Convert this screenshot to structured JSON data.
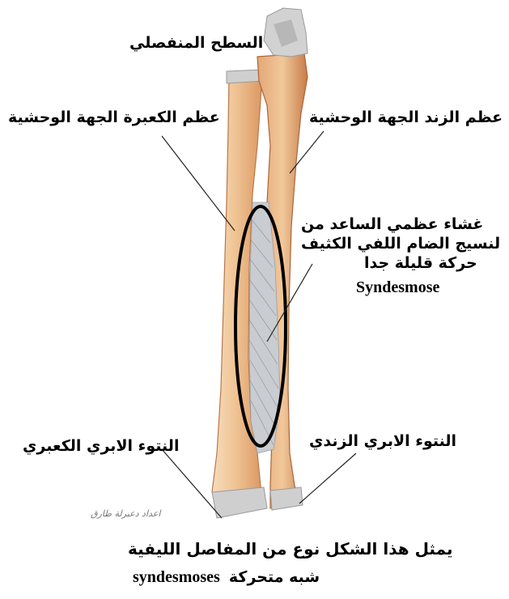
{
  "labels": {
    "articular_surface": "السطح المنفصلي",
    "radius_lateral": "عظم الكعبرة الجهة الوحشية",
    "ulna_lateral": "عظم الزند الجهة الوحشية",
    "membrane_line1": "غشاء عظمي الساعد من",
    "membrane_line2": "لنسيج الضام اللفي الكثيف",
    "membrane_line3": "حركة قليلة جدا",
    "membrane_term": "Syndesmose",
    "radial_styloid": "النتوء الابري الكعبري",
    "ulnar_styloid": "النتوء الابري الزندي",
    "credit": "اعداد دعبرلة طارق",
    "caption_line1": "يمثل هذا الشكل نوع من المفاصل الليفية",
    "caption_line2_arabic": "شبه متحركة",
    "caption_line2_latin": "syndesmoses"
  },
  "colors": {
    "bone_light": "#f3cfa4",
    "bone_mid": "#e2a571",
    "bone_dark": "#b86a3d",
    "cartilage": "#c9c9c9",
    "membrane": "#c4c8cc",
    "outline_ellipse": "#000000",
    "leader": "#222222"
  }
}
